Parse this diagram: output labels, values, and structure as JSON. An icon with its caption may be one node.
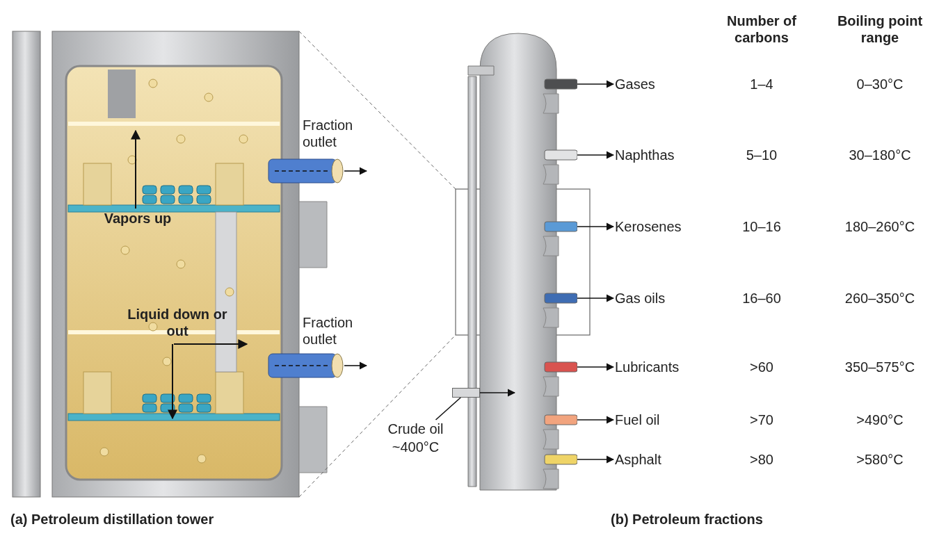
{
  "diagram": {
    "nodes": [
      {
        "text": [],
        "shape": "cylinder"
      },
      {
        "text": [
          "Gases"
        ]
      },
      {
        "text": [
          "Naphthas"
        ]
      },
      {
        "text": [
          "Kerosenes"
        ]
      },
      {
        "text": [
          "Gas oils"
        ]
      },
      {
        "text": [
          "Lubricants"
        ]
      },
      {
        "text": [
          "Fuel oil"
        ]
      },
      {
        "text": [
          "Asphalt"
        ]
      },
      {
        "text": [],
        "shape": "bar"
      },
      {
        "text": [
          "Crude oil ~400°C"
        ]
      },
      {
        "text": [],
        "shape": "cylinder",
        "beside": [
          "Fraction outlet"
        ]
      },
      {
        "text": [],
        "shape": "cylinder",
        "beside": [
          "Fraction outlet"
        ]
      }
    ],
    "edges": [
      {
        "from": 0,
        "to": 1,
        "arrow": "to"
      },
      {
        "from": 0,
        "to": 2,
        "arrow": "to"
      },
      {
        "from": 0,
        "to": 3,
        "arrow": "to"
      },
      {
        "from": 0,
        "to": 4,
        "arrow": "to"
      },
      {
        "from": 0,
        "to": 5,
        "arrow": "to"
      },
      {
        "from": 0,
        "to": 6,
        "arrow": "to"
      },
      {
        "from": 0,
        "to": 7,
        "arrow": "to"
      },
      {
        "from": 9,
        "to": 8,
        "arrow": "none"
      },
      {
        "from": 8,
        "to": 0,
        "arrow": "to"
      },
      {
        "from": 10,
        "to": null,
        "arrow": "to"
      },
      {
        "from": 11,
        "to": null,
        "arrow": "to"
      }
    ],
    "labels": [
      "Number of carbons",
      "Boiling point range",
      "1–4",
      "0–30°C",
      "5–10",
      "30–180°C",
      "10–16",
      "180–260°C",
      "16–60",
      "260–350°C",
      ">60",
      "350–575°C",
      ">70",
      ">490°C",
      ">80",
      ">580°C",
      "Vapors up",
      "Liquid down or out",
      "(a) Petroleum distillation tower",
      "(b) Petroleum fractions"
    ]
  }
}
